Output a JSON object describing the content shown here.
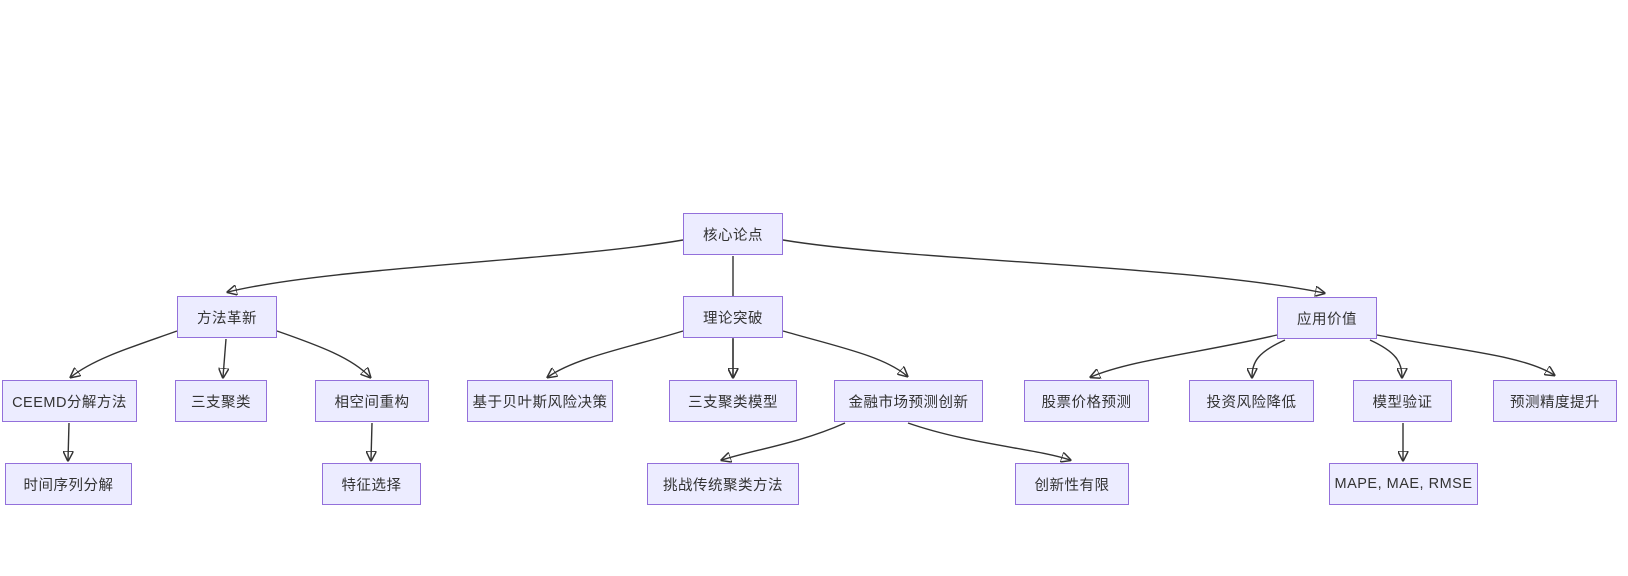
{
  "diagram": {
    "type": "flowchart-tree",
    "direction": "top-down",
    "colors": {
      "background": "#ffffff",
      "node_fill": "#ECECFF",
      "node_border": "#9370DB",
      "edge_color": "#333333",
      "text": "#333333"
    },
    "nodes": [
      {
        "id": "root",
        "label": "核心论点"
      },
      {
        "id": "methods",
        "label": "方法革新"
      },
      {
        "id": "theory",
        "label": "理论突破"
      },
      {
        "id": "application",
        "label": "应用价值"
      },
      {
        "id": "ceemd",
        "label": "CEEMD分解方法"
      },
      {
        "id": "three-way",
        "label": "三支聚类"
      },
      {
        "id": "phase-space",
        "label": "相空间重构"
      },
      {
        "id": "bayes",
        "label": "基于贝叶斯风险决策"
      },
      {
        "id": "twc-model",
        "label": "三支聚类模型"
      },
      {
        "id": "fin-market",
        "label": "金融市场预测创新"
      },
      {
        "id": "stock",
        "label": "股票价格预测"
      },
      {
        "id": "invest-risk",
        "label": "投资风险降低"
      },
      {
        "id": "model-valid",
        "label": "模型验证"
      },
      {
        "id": "precision",
        "label": "预测精度提升"
      },
      {
        "id": "ts-decomp",
        "label": "时间序列分解"
      },
      {
        "id": "feat-select",
        "label": "特征选择"
      },
      {
        "id": "challenge",
        "label": "挑战传统聚类方法"
      },
      {
        "id": "limited",
        "label": "创新性有限"
      },
      {
        "id": "metrics",
        "label": "MAPE, MAE, RMSE"
      }
    ],
    "edges": [
      {
        "from": "root",
        "to": "methods"
      },
      {
        "from": "root",
        "to": "theory"
      },
      {
        "from": "root",
        "to": "application"
      },
      {
        "from": "methods",
        "to": "ceemd"
      },
      {
        "from": "methods",
        "to": "three-way"
      },
      {
        "from": "methods",
        "to": "phase-space"
      },
      {
        "from": "theory",
        "to": "bayes"
      },
      {
        "from": "theory",
        "to": "twc-model"
      },
      {
        "from": "theory",
        "to": "fin-market"
      },
      {
        "from": "application",
        "to": "stock"
      },
      {
        "from": "application",
        "to": "invest-risk"
      },
      {
        "from": "application",
        "to": "model-valid"
      },
      {
        "from": "application",
        "to": "precision"
      },
      {
        "from": "ceemd",
        "to": "ts-decomp"
      },
      {
        "from": "phase-space",
        "to": "feat-select"
      },
      {
        "from": "fin-market",
        "to": "challenge"
      },
      {
        "from": "fin-market",
        "to": "limited"
      },
      {
        "from": "model-valid",
        "to": "metrics"
      }
    ]
  }
}
